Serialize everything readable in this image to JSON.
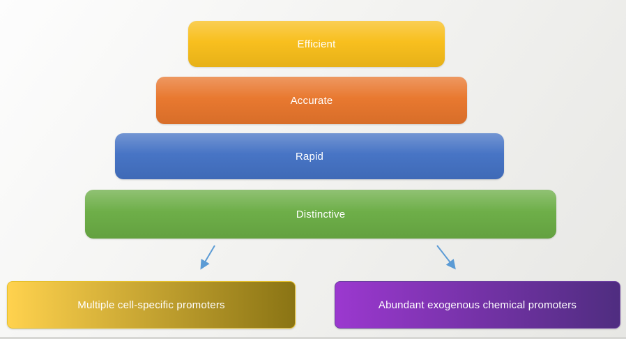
{
  "diagram": {
    "levels": [
      {
        "label": "Efficient",
        "color": "#F8BE1A"
      },
      {
        "label": "Accurate",
        "color": "#E8762C"
      },
      {
        "label": "Rapid",
        "color": "#4472C4"
      },
      {
        "label": "Distinctive",
        "color": "#6BAD45"
      }
    ],
    "outcomes": [
      {
        "label": "Multiple cell-specific promoters",
        "gradient_from": "#FFD24E",
        "gradient_to": "#8A7414"
      },
      {
        "label": "Abundant exogenous chemical promoters",
        "gradient_from": "#9B38CF",
        "gradient_to": "#4F2D80"
      }
    ],
    "arrow_color": "#5B9BD5"
  }
}
